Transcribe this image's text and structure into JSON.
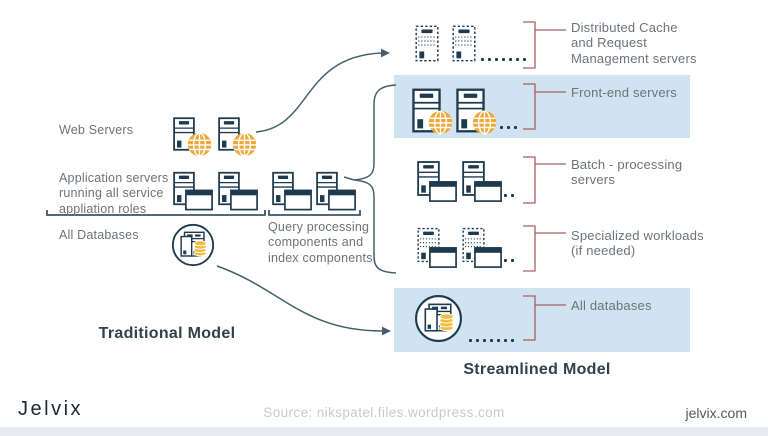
{
  "palette": {
    "navy": "#1e3a4f",
    "line_slate": "#44606f",
    "label_gray": "#6e7377",
    "title_dark": "#32414b",
    "highlight_blue": "#d0e3f1",
    "globe_orange": "#f0a73a",
    "coin_yellow": "#f2bd3f",
    "bracket_red": "#ab5f60",
    "source_gray": "#c7cacc"
  },
  "traditional": {
    "title": "Traditional Model",
    "rows": [
      {
        "label": "Web Servers",
        "icon": "server-tower-with-globe-icon"
      },
      {
        "label": "Application servers\nrunning all service\nappliation roles",
        "icon": "server-tower-with-app-window-icon"
      },
      {
        "label": "All Databases",
        "icon": "database-servers-circle-icon"
      }
    ],
    "query_group_label": "Query processing\ncomponents and\nindex components"
  },
  "streamlined": {
    "title": "Streamlined Model",
    "sections": [
      {
        "id": "distributed-cache",
        "label": "Distributed Cache\nand Request\nManagement servers",
        "icon": "dashed-server-tower-icon",
        "highlighted": false,
        "more_dots": 7
      },
      {
        "id": "front-end",
        "label": "Front-end servers",
        "icon": "server-tower-with-globe-icon",
        "highlighted": true,
        "more_dots": 3
      },
      {
        "id": "batch",
        "label": "Batch - processing\nservers",
        "icon": "server-tower-with-app-window-icon",
        "highlighted": false,
        "more_dots": 2
      },
      {
        "id": "specialized",
        "label": "Specialized workloads\n(if needed)",
        "icon": "dashed-server-tower-with-app-window-icon",
        "highlighted": false,
        "more_dots": 2
      },
      {
        "id": "all-databases",
        "label": "All databases",
        "icon": "database-servers-circle-icon",
        "highlighted": true,
        "more_dots": 7
      }
    ]
  },
  "footer": {
    "logo": "Jelvix",
    "source": "Source: nikspatel.files.wordpress.com",
    "website": "jelvix.com"
  }
}
